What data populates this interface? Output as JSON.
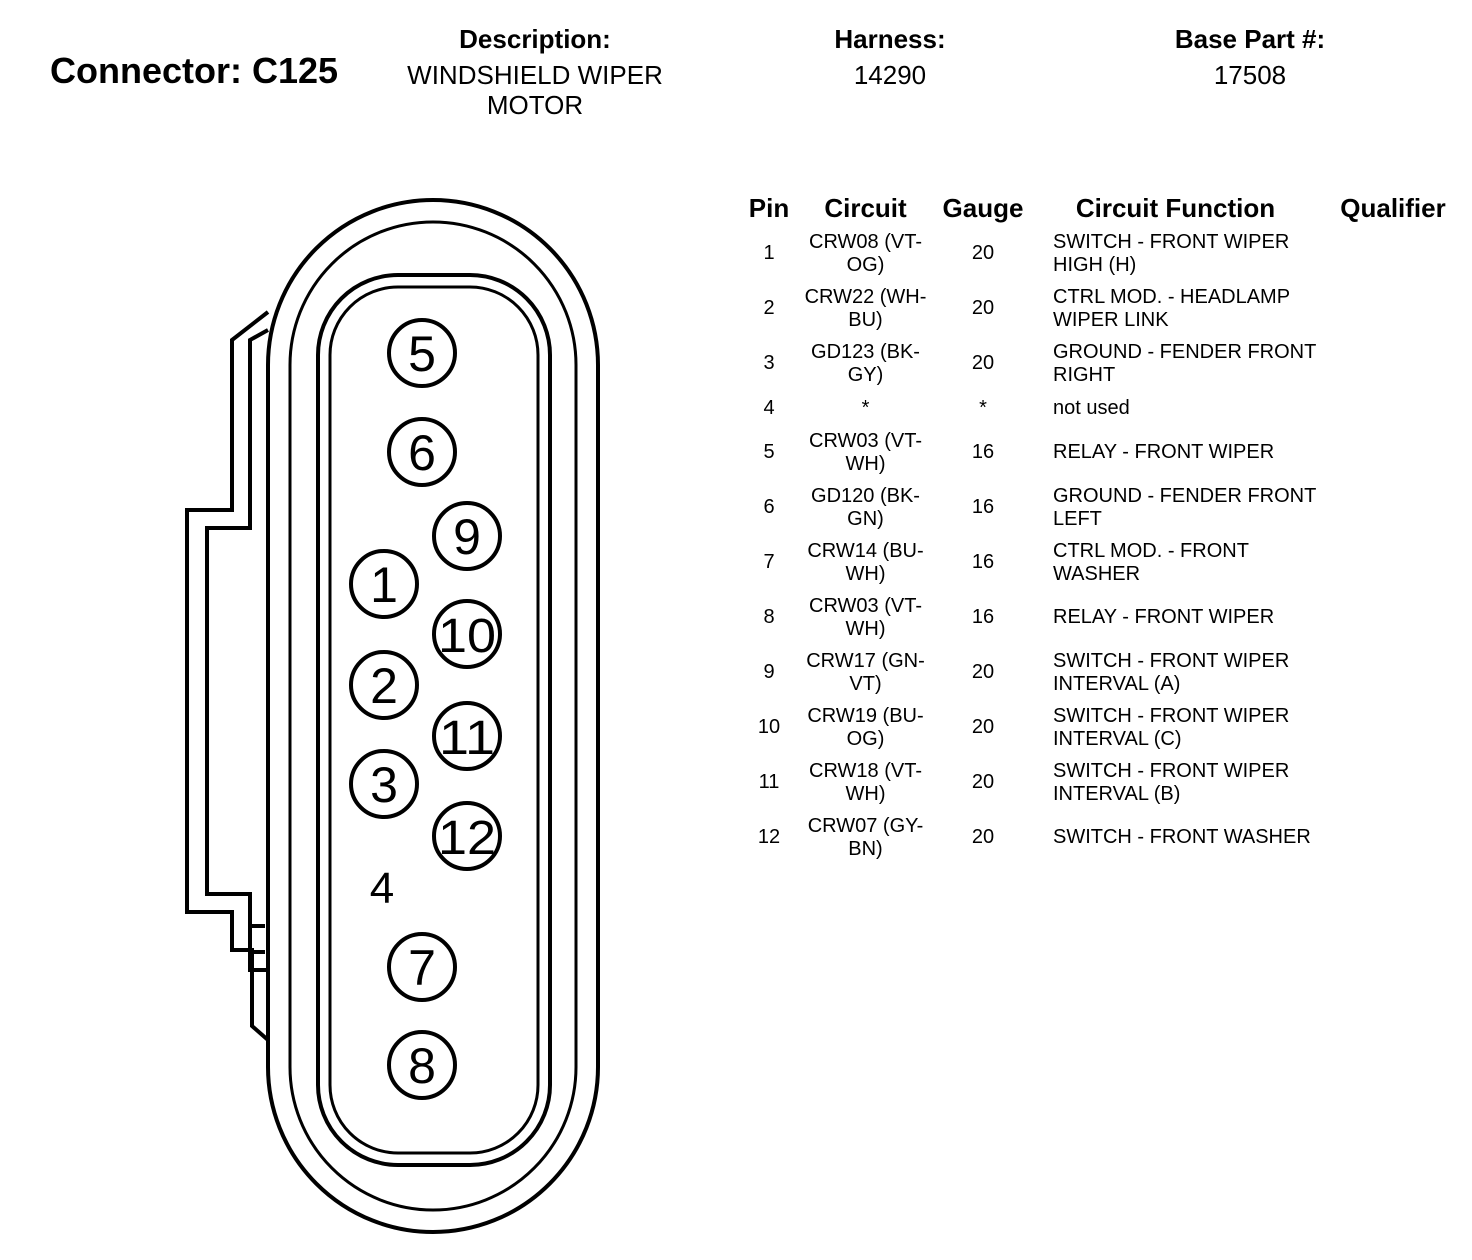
{
  "header": {
    "connector_label": "Connector: C125",
    "description_label": "Description:",
    "description_value": "WINDSHIELD WIPER MOTOR",
    "harness_label": "Harness:",
    "harness_value": "14290",
    "base_part_label": "Base Part #:",
    "base_part_value": "17508"
  },
  "connector_pins": {
    "p1": "1",
    "p2": "2",
    "p3": "3",
    "p4": "4",
    "p5": "5",
    "p6": "6",
    "p7": "7",
    "p8": "8",
    "p9": "9",
    "p10": "10",
    "p11": "11",
    "p12": "12"
  },
  "table": {
    "headers": {
      "pin": "Pin",
      "circuit": "Circuit",
      "gauge": "Gauge",
      "function": "Circuit Function",
      "qualifier": "Qualifier"
    },
    "rows": [
      {
        "pin": "1",
        "circuit": "CRW08 (VT-OG)",
        "gauge": "20",
        "function": "SWITCH - FRONT WIPER HIGH (H)",
        "qualifier": ""
      },
      {
        "pin": "2",
        "circuit": "CRW22 (WH-BU)",
        "gauge": "20",
        "function": "CTRL MOD. - HEADLAMP WIPER LINK",
        "qualifier": ""
      },
      {
        "pin": "3",
        "circuit": "GD123 (BK-GY)",
        "gauge": "20",
        "function": "GROUND - FENDER FRONT RIGHT",
        "qualifier": ""
      },
      {
        "pin": "4",
        "circuit": "*",
        "gauge": "*",
        "function": "not used",
        "qualifier": ""
      },
      {
        "pin": "5",
        "circuit": "CRW03 (VT-WH)",
        "gauge": "16",
        "function": "RELAY - FRONT WIPER",
        "qualifier": ""
      },
      {
        "pin": "6",
        "circuit": "GD120 (BK-GN)",
        "gauge": "16",
        "function": "GROUND - FENDER FRONT LEFT",
        "qualifier": ""
      },
      {
        "pin": "7",
        "circuit": "CRW14 (BU-WH)",
        "gauge": "16",
        "function": "CTRL MOD. - FRONT WASHER",
        "qualifier": ""
      },
      {
        "pin": "8",
        "circuit": "CRW03 (VT-WH)",
        "gauge": "16",
        "function": "RELAY - FRONT WIPER",
        "qualifier": ""
      },
      {
        "pin": "9",
        "circuit": "CRW17 (GN-VT)",
        "gauge": "20",
        "function": "SWITCH - FRONT WIPER INTERVAL (A)",
        "qualifier": ""
      },
      {
        "pin": "10",
        "circuit": "CRW19 (BU-OG)",
        "gauge": "20",
        "function": "SWITCH - FRONT WIPER INTERVAL (C)",
        "qualifier": ""
      },
      {
        "pin": "11",
        "circuit": "CRW18 (VT-WH)",
        "gauge": "20",
        "function": "SWITCH - FRONT WIPER INTERVAL (B)",
        "qualifier": ""
      },
      {
        "pin": "12",
        "circuit": "CRW07 (GY-BN)",
        "gauge": "20",
        "function": "SWITCH - FRONT WASHER",
        "qualifier": ""
      }
    ]
  }
}
